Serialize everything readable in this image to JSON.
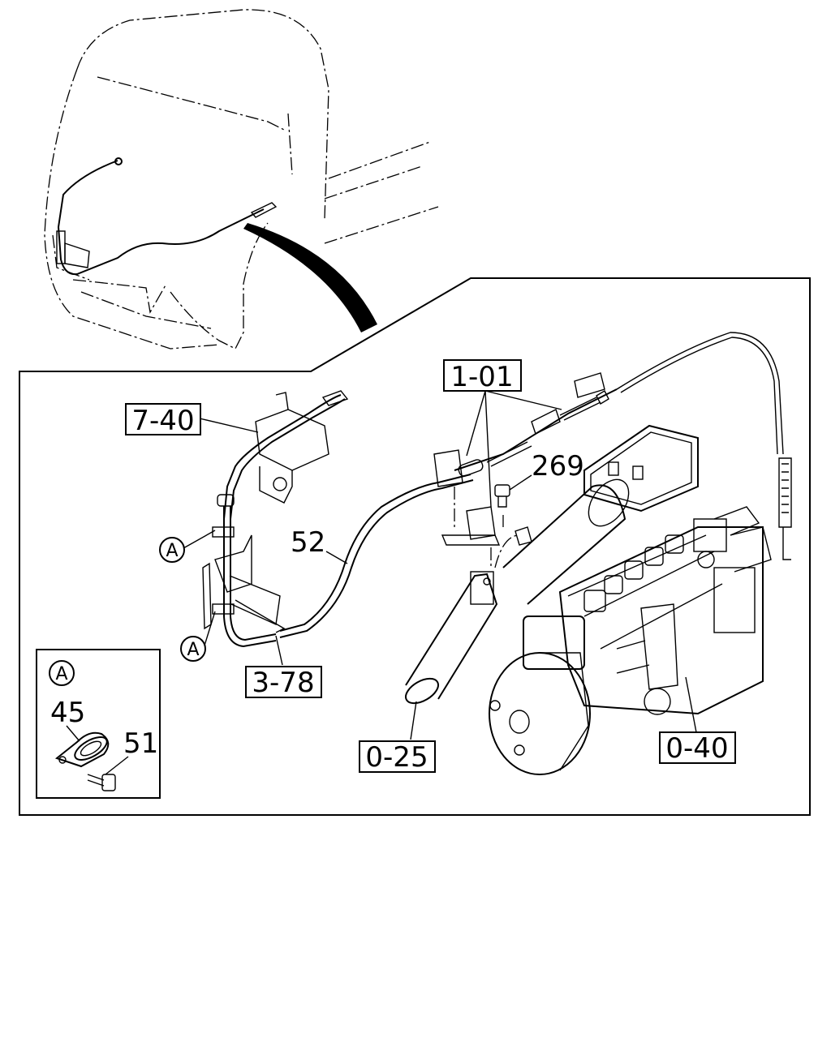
{
  "callouts": {
    "p7_40": "7-40",
    "p1_01": "1-01",
    "p269": "269",
    "p52": "52",
    "p3_78": "3-78",
    "p0_25": "0-25",
    "p0_40": "0-40",
    "p45": "45",
    "p51": "51"
  },
  "detail_marker": "A",
  "inset_title": "A"
}
